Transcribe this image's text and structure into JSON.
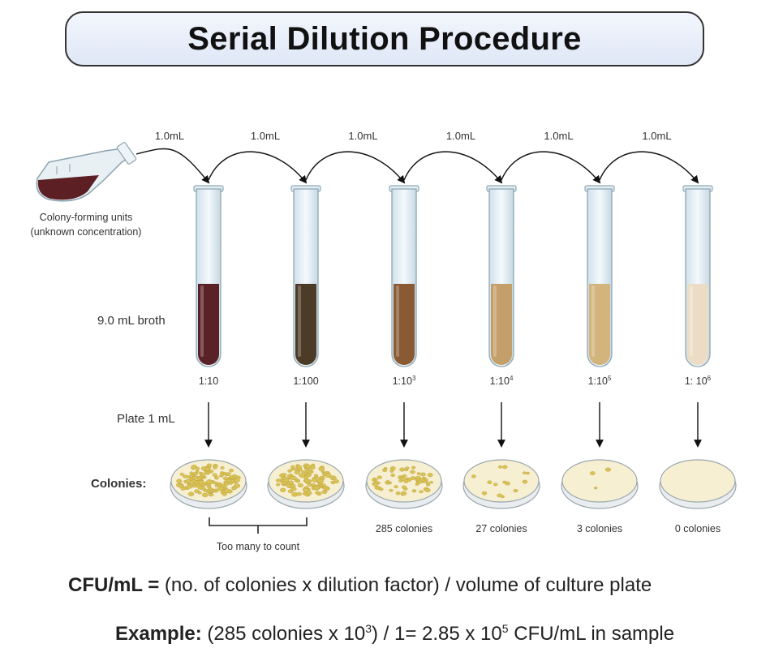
{
  "title": "Serial Dilution Procedure",
  "flask_label_line1": "Colony-forming units",
  "flask_label_line2": "(unknown concentration)",
  "transfer_label": "1.0mL",
  "broth_label": "9.0 mL broth",
  "plate_label": "Plate 1 mL",
  "colonies_label": "Colonies:",
  "too_many_label": "Too many to count",
  "tubes": [
    {
      "dilution": "1:10",
      "dil_exp": "",
      "liquid_color": "#5a2226",
      "colonies": ""
    },
    {
      "dilution": "1:100",
      "dil_exp": "",
      "liquid_color": "#4b3b27",
      "colonies": ""
    },
    {
      "dilution": "1:10",
      "dil_exp": "3",
      "liquid_color": "#8a5a32",
      "colonies": "285 colonies"
    },
    {
      "dilution": "1:10",
      "dil_exp": "4",
      "liquid_color": "#c59f69",
      "colonies": "27 colonies"
    },
    {
      "dilution": "1:10",
      "dil_exp": "5",
      "liquid_color": "#d3b47c",
      "colonies": "3 colonies"
    },
    {
      "dilution": "1: 10",
      "dil_exp": "6",
      "liquid_color": "#ecdcc6",
      "colonies": "0 colonies"
    }
  ],
  "formula": {
    "lhs": "CFU/mL =",
    "rhs": "(no. of colonies x dilution factor) / volume of culture plate"
  },
  "example": {
    "label": "Example:",
    "part1": "(285 colonies x 10",
    "exp1": "3",
    "part2": ") / 1= 2.85 x 10",
    "exp2": "5",
    "part3": " CFU/mL in sample"
  },
  "colors": {
    "flask_liquid": "#5b1f24",
    "plate_colony": "#d9c256",
    "plate_agar": "#f6efd2",
    "title_bg": "#e6ecf8"
  }
}
